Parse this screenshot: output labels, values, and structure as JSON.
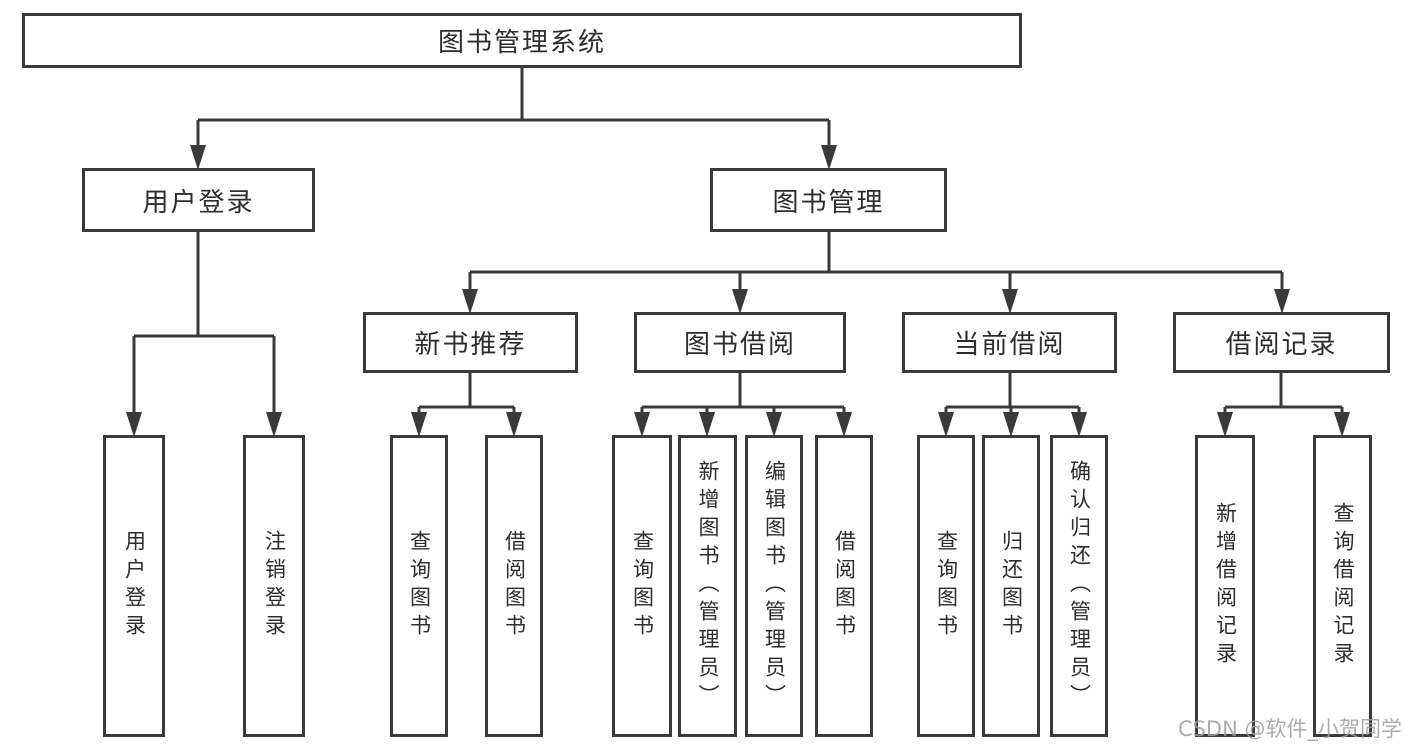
{
  "colors": {
    "line": "#3a3a3a",
    "text": "#2d2d2d",
    "background": "#ffffff",
    "watermark": "#9e9e9e"
  },
  "diagram": {
    "root": {
      "label": "图书管理系统"
    },
    "level2": [
      {
        "label": "用户登录",
        "children": [
          {
            "label": "用户登录"
          },
          {
            "label": "注销登录"
          }
        ]
      },
      {
        "label": "图书管理",
        "children": [
          {
            "label": "新书推荐",
            "children": [
              {
                "label": "查询图书"
              },
              {
                "label": "借阅图书"
              }
            ]
          },
          {
            "label": "图书借阅",
            "children": [
              {
                "label": "查询图书"
              },
              {
                "label": "新增图书（管理员）"
              },
              {
                "label": "编辑图书（管理员）"
              },
              {
                "label": "借阅图书"
              }
            ]
          },
          {
            "label": "当前借阅",
            "children": [
              {
                "label": "查询图书"
              },
              {
                "label": "归还图书"
              },
              {
                "label": "确认归还（管理员）"
              }
            ]
          },
          {
            "label": "借阅记录",
            "children": [
              {
                "label": "新增借阅记录"
              },
              {
                "label": "查询借阅记录"
              }
            ]
          }
        ]
      }
    ]
  },
  "watermark": {
    "text": "CSDN @软件_小贺同学"
  }
}
